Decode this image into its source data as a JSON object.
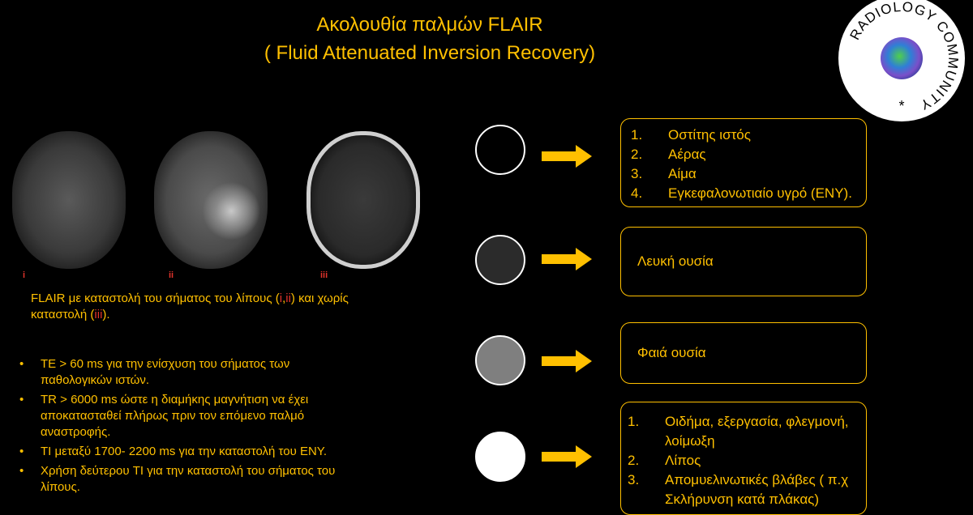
{
  "title": {
    "line1": "Ακολουθία παλμών FLAIR",
    "line2": "( Fluid Attenuated Inversion Recovery)"
  },
  "scans": [
    {
      "label": "i"
    },
    {
      "label": "ii"
    },
    {
      "label": "iii"
    }
  ],
  "caption": {
    "part1": "FLAIR με καταστολή του σήματος του λίπους (",
    "ref_i": "i",
    "comma": ",",
    "ref_ii": "ii",
    "part2": ") και χωρίς καταστολή (",
    "ref_iii": "iii",
    "part3": ")."
  },
  "bullets": [
    "TE > 60 ms για την ενίσχυση του σήματος των παθολογικών ιστών.",
    "TR > 6000 ms ώστε η διαμήκης μαγνήτιση να έχει αποκατασταθεί πλήρως πριν τον επόμενο παλμό αναστροφής.",
    "TI μεταξύ 1700- 2200 ms για την καταστολή του ΕΝΥ.",
    "Χρήση δεύτερου TI για την καταστολή του σήματος του λίπους."
  ],
  "bullet_symbol": "•",
  "boxes": {
    "black": [
      {
        "num": "1.",
        "text": "Οστίτης ιστός"
      },
      {
        "num": "2.",
        "text": "Αέρας"
      },
      {
        "num": "3.",
        "text": "Αίμα"
      },
      {
        "num": "4.",
        "text": "Εγκεφαλονωτιαίο υγρό (ΕΝΥ)."
      }
    ],
    "dark_gray": "Λευκή ουσία",
    "gray": "Φαιά ουσία",
    "white": [
      {
        "num": "1.",
        "text": "Οιδήμα, εξεργασία, φλεγμονή, λοίμωξη"
      },
      {
        "num": "2.",
        "text": "Λίπος"
      },
      {
        "num": "3.",
        "text": "Απομυελινωτικές βλάβες ( π.χ Σκλήρυνση κατά πλάκας)"
      }
    ]
  },
  "logo": {
    "text": "RADIOLOGY COMMUNITY",
    "star": "*"
  },
  "colors": {
    "accent": "#FFC000",
    "reference_red": "#E0332B",
    "background": "#000000"
  }
}
